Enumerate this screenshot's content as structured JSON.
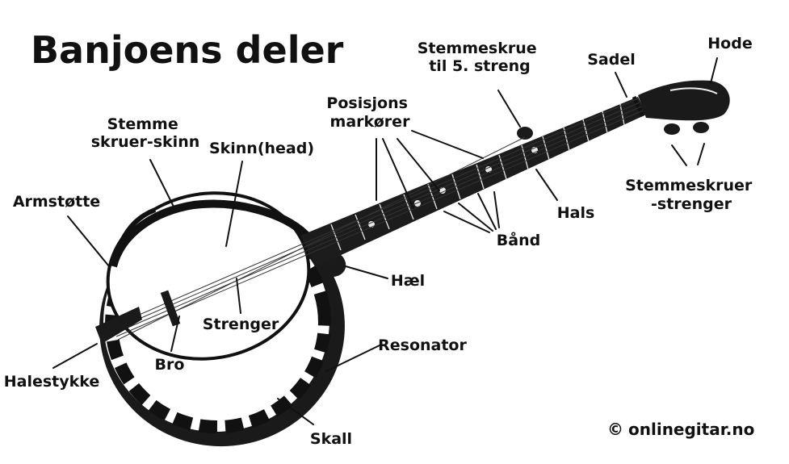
{
  "title": "Banjoens deler",
  "labels": {
    "stemmeskrue_5": [
      "Stemmeskrue",
      "til 5. streng"
    ],
    "sadel": [
      "Sadel"
    ],
    "hode": [
      "Hode"
    ],
    "posisjons": [
      "Posisjons",
      "markører"
    ],
    "stemme_skinn": [
      "Stemme",
      "skruer-skinn"
    ],
    "skinn": [
      "Skinn(head)"
    ],
    "armstotte": [
      "Armstøtte"
    ],
    "stemmeskruer_strenger": [
      "Stemmeskruer",
      "-strenger"
    ],
    "hals": [
      "Hals"
    ],
    "band": [
      "Bånd"
    ],
    "hael": [
      "Hæl"
    ],
    "strenger": [
      "Strenger"
    ],
    "bro": [
      "Bro"
    ],
    "resonator": [
      "Resonator"
    ],
    "halestykke": [
      "Halestykke"
    ],
    "skall": [
      "Skall"
    ]
  },
  "copyright": {
    "symbol": "©",
    "site": "onlinegitar.no"
  }
}
